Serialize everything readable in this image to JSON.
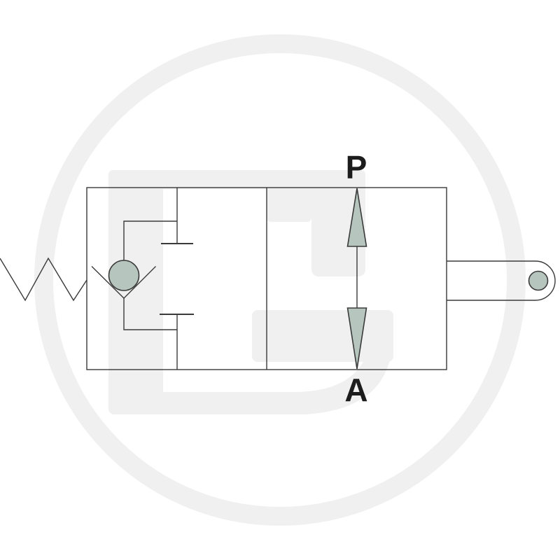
{
  "ports": {
    "pressure_label": "P",
    "work_label": "A"
  },
  "colors": {
    "background": "#ffffff",
    "line": "#3a3a3a",
    "text": "#1c1c1c",
    "accent": "#b6c6bf",
    "watermark": "#f0f0f0"
  },
  "icons": {
    "watermark": "granit-g-logo-watermark",
    "spring": "spring-zigzag",
    "check_valve": "ball-check-valve",
    "flow_path": "double-arrow-p-to-a",
    "actuator": "lever-arm"
  }
}
